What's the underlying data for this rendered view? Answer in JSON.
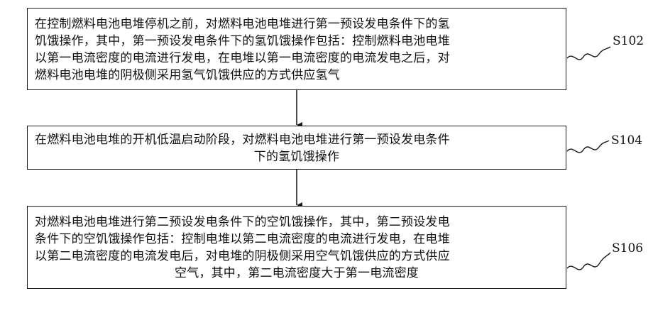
{
  "steps": [
    {
      "id": "S102",
      "lines": [
        "在控制燃料电池电堆停机之前，对燃料电池电堆进行第一预设发电条件下的氢",
        "饥饿操作，其中，第一预设发电条件下的氢饥饿操作包括：控制燃料电池电堆",
        "以第一电流密度的电流进行发电，在电堆以第一电流密度的电流发电之后，对",
        "燃料电池电堆的阴极侧采用氢气饥饿供应的方式供应氢气"
      ]
    },
    {
      "id": "S104",
      "lines": [
        "在燃料电池电堆的开机低温启动阶段，对燃料电池电堆进行第一预设发电条件",
        "下的氢饥饿操作"
      ]
    },
    {
      "id": "S106",
      "lines": [
        "对燃料电池电堆进行第二预设发电条件下的空饥饿操作，其中，第二预设发电",
        "条件下的空饥饿操作包括：控制电堆以第二电流密度的电流进行发电，在电堆",
        "以第二电流密度的电流发电后，对电堆的阴极侧采用空气饥饿供应的方式供应",
        "空气，其中，第二电流密度大于第一电流密度"
      ]
    }
  ]
}
